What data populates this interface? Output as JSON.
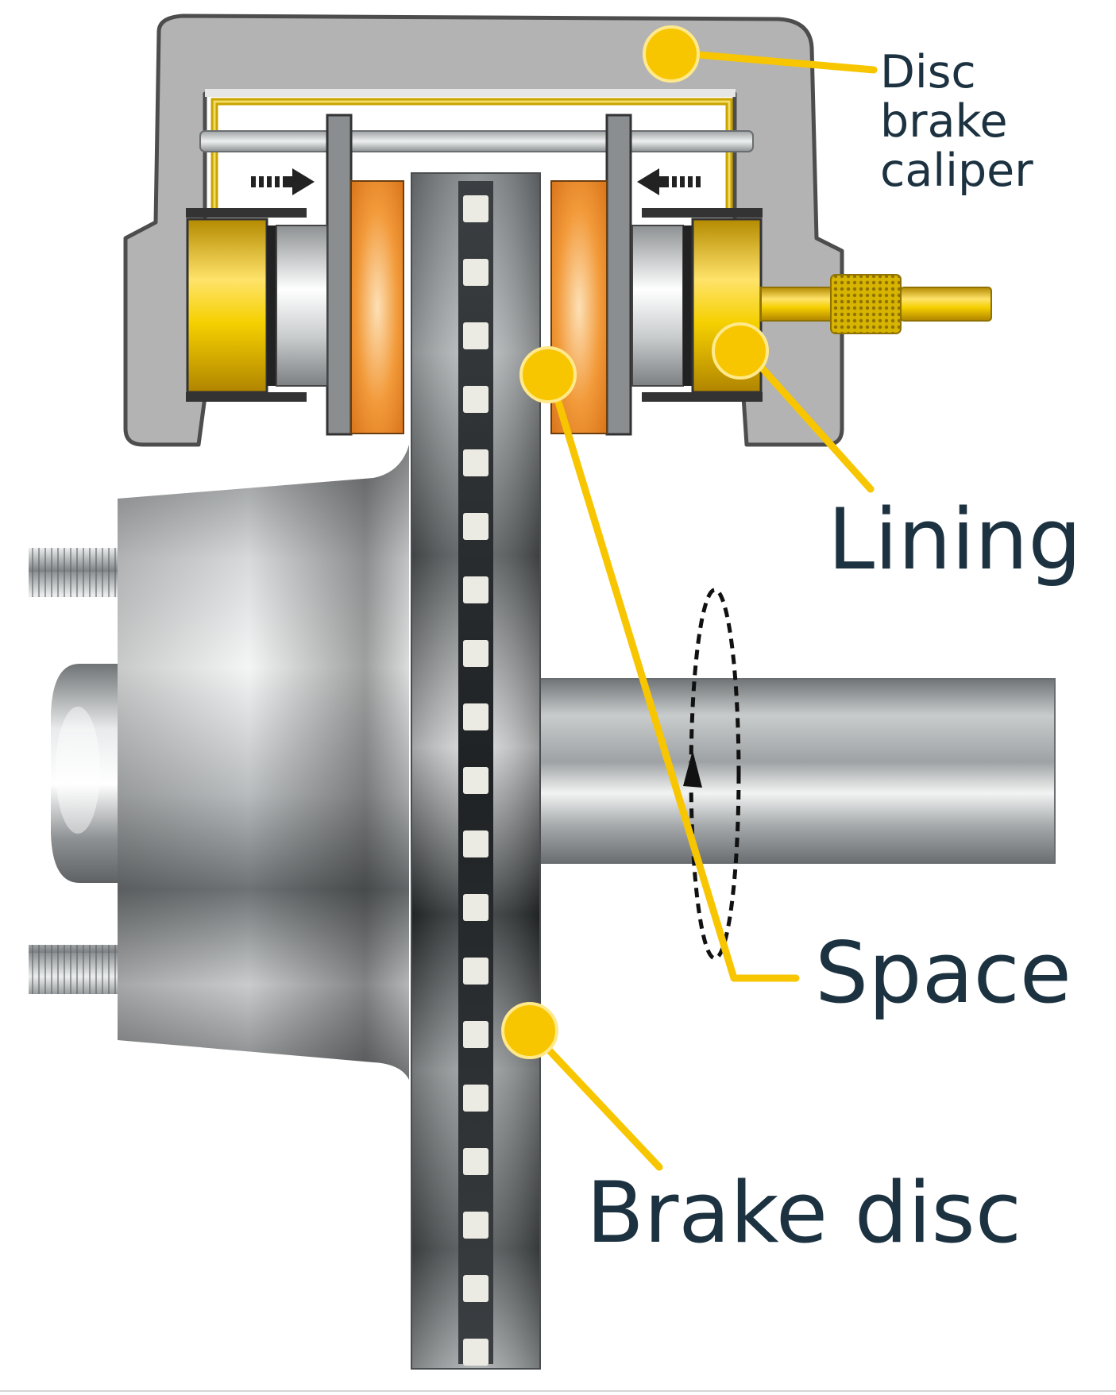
{
  "labels": {
    "caliper_line1": "Disc",
    "caliper_line2": "brake",
    "caliper_line3": "caliper",
    "lining": "Lining",
    "space": "Space",
    "brake_disc": "Brake disc"
  },
  "colors": {
    "callout": "#f7c600",
    "label_text": "#1c3240",
    "caliper_body": "#b3b3b3",
    "caliper_outline": "#4d4d4d",
    "lining_pad": "#e8861c",
    "piston_brass": "#e0b400",
    "background": "#ffffff"
  },
  "icons": {
    "motion_arrows": "dashed-arrow-icon",
    "rotation": "rotation-arrow-icon"
  }
}
